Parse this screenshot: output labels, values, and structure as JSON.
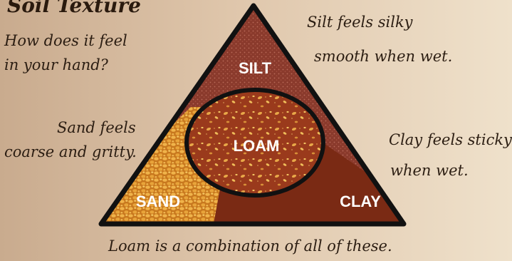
{
  "title": "Soil Texture",
  "question": [
    "How does it feel",
    "in your hand?"
  ],
  "silt_note": [
    "Silt feels silky",
    "smooth when wet."
  ],
  "sand_note": [
    "Sand feels",
    "coarse and gritty."
  ],
  "clay_note": [
    "Clay feels sticky",
    "when wet."
  ],
  "loam_note": "Loam is a combination of all of these.",
  "labels": {
    "silt": "SILT",
    "sand": "SAND",
    "clay": "CLAY",
    "loam": "LOAM"
  },
  "colors": {
    "silt": "#8e3a2a",
    "sand": "#d98a28",
    "clay": "#7a2a14",
    "loam": "#9a3a1c",
    "outline": "#111111"
  }
}
